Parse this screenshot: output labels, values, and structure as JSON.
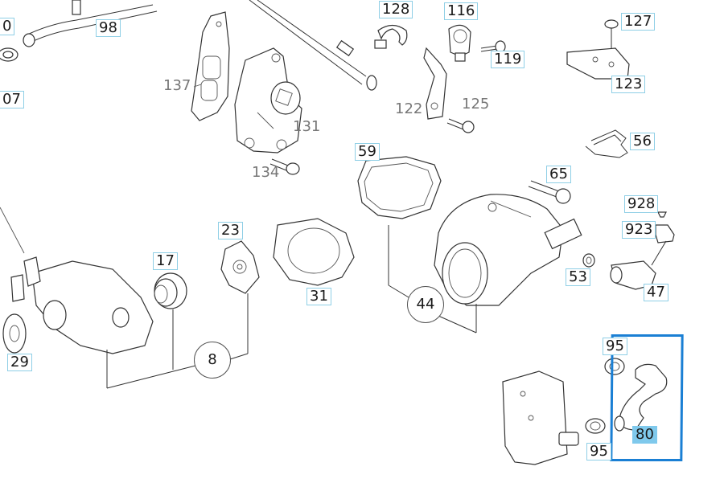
{
  "callouts": {
    "c98": "98",
    "c128": "128",
    "c116": "116",
    "c127": "127",
    "c119": "119",
    "c123": "123",
    "c137": "137",
    "c122": "122",
    "c125": "125",
    "c131": "131",
    "c134": "134",
    "c56": "56",
    "c59": "59",
    "c65": "65",
    "c928": "928",
    "c923": "923",
    "c23": "23",
    "c17": "17",
    "c31": "31",
    "c44": "44",
    "c53": "53",
    "c47": "47",
    "c8": "8",
    "c29": "29",
    "c95a": "95",
    "c95b": "95",
    "c80": "80",
    "cl0": "0",
    "cl07": "07"
  },
  "colors": {
    "selection_frame": "#1a7fd4",
    "selected_label_bg": "#7fc9ec",
    "label_border": "#8fcfe6",
    "line_art": "#333333"
  }
}
